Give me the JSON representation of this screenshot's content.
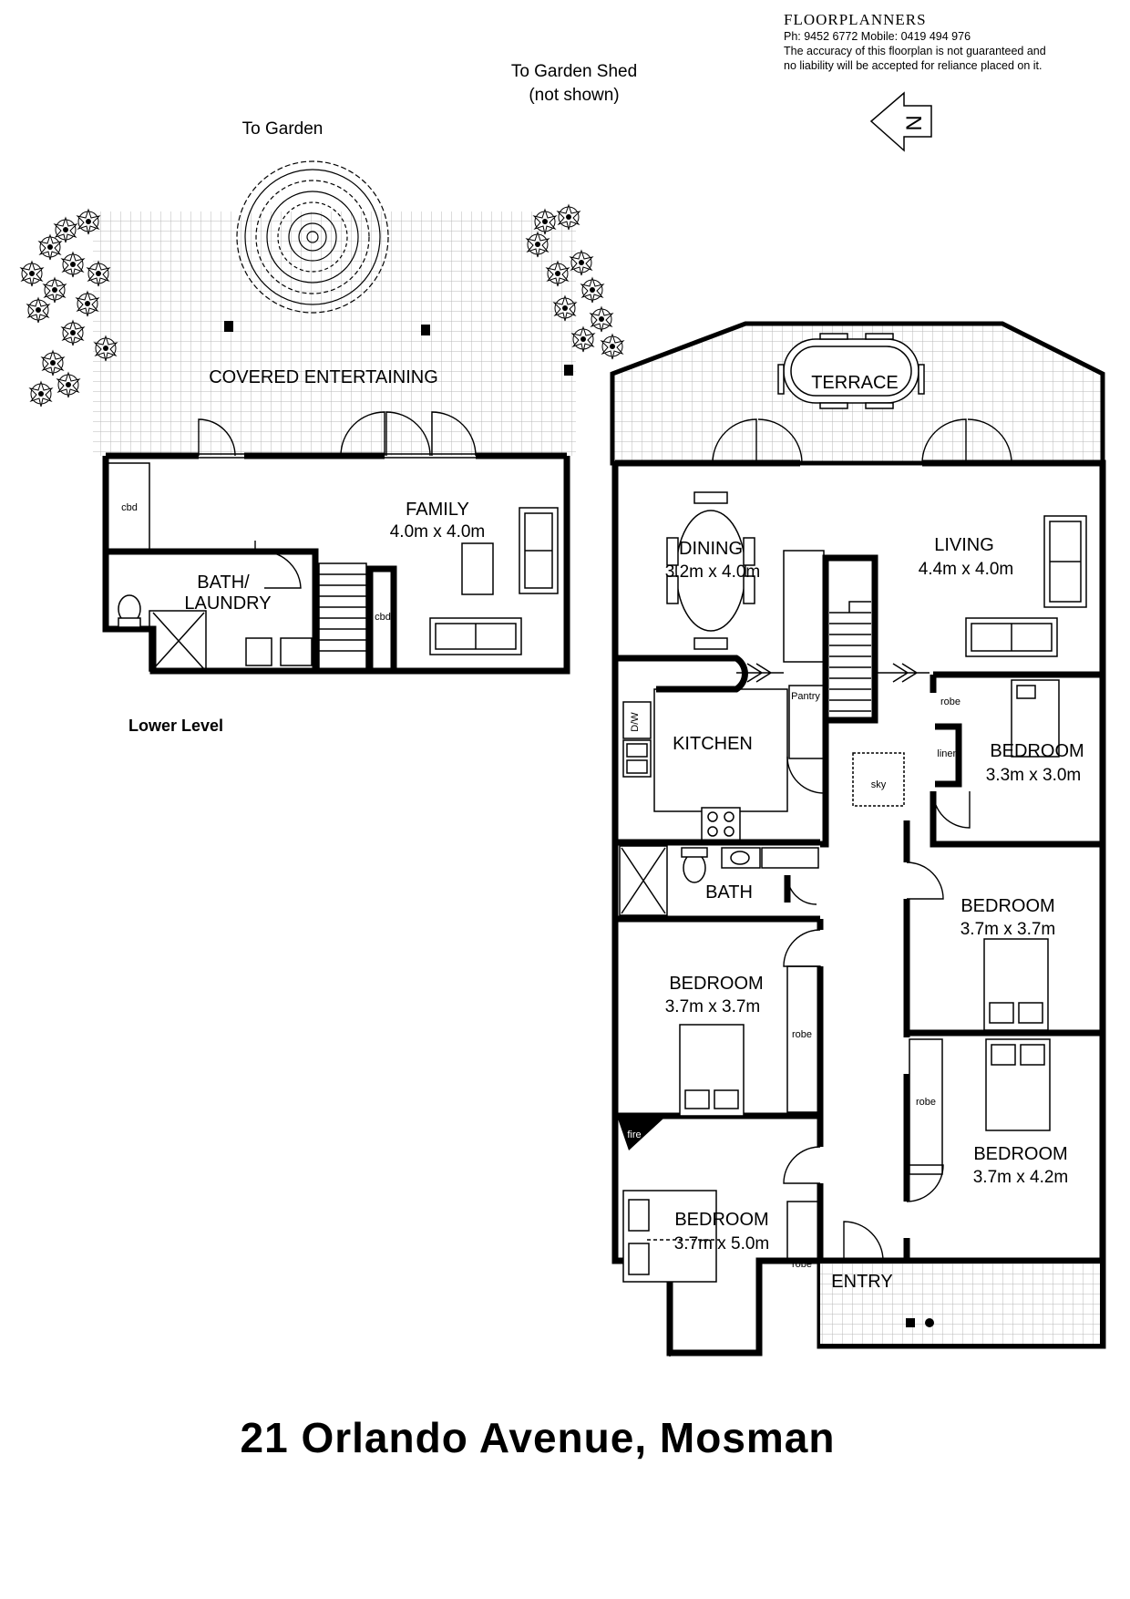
{
  "brand": {
    "name": "FLOORPLANNERS",
    "phone_line": "Ph: 9452 6772 Mobile: 0419 494 976",
    "disclaimer_1": "The accuracy of this floorplan is not guaranteed and",
    "disclaimer_2": "no liability will be accepted for reliance placed on it."
  },
  "compass": {
    "letter": "N"
  },
  "notes": {
    "to_garden_shed": "To Garden Shed",
    "not_shown": "(not shown)",
    "to_garden": "To Garden"
  },
  "lower_level": {
    "caption": "Lower Level",
    "covered_entertaining": "COVERED ENTERTAINING",
    "family": {
      "name": "FAMILY",
      "dims": "4.0m x 4.0m"
    },
    "bath_laundry": {
      "line1": "BATH/",
      "line2": "LAUNDRY"
    },
    "cbd_1": "cbd",
    "cbd_2": "cbd"
  },
  "upper_level": {
    "terrace": "TERRACE",
    "dining": {
      "name": "DINING",
      "dims": "3.2m x 4.0m"
    },
    "living": {
      "name": "LIVING",
      "dims": "4.4m x 4.0m"
    },
    "kitchen": "KITCHEN",
    "pantry": "Pantry",
    "dw": "D/W",
    "sky": "sky",
    "robe_small": "robe",
    "linen": "linen",
    "bedroom_ne": {
      "name": "BEDROOM",
      "dims": "3.3m x 3.0m"
    },
    "bath": "BATH",
    "bedroom_mid_right": {
      "name": "BEDROOM",
      "dims": "3.7m x 3.7m"
    },
    "bedroom_mid_left": {
      "name": "BEDROOM",
      "dims": "3.7m x 3.7m",
      "robe": "robe"
    },
    "bedroom_low_right": {
      "name": "BEDROOM",
      "dims": "3.7m x 4.2m",
      "robe": "robe"
    },
    "bedroom_master": {
      "name": "BEDROOM",
      "dims": "3.7m x 5.0m",
      "robe": "robe",
      "fire": "fire"
    },
    "entry": "ENTRY"
  },
  "address": "21 Orlando Avenue, Mosman"
}
